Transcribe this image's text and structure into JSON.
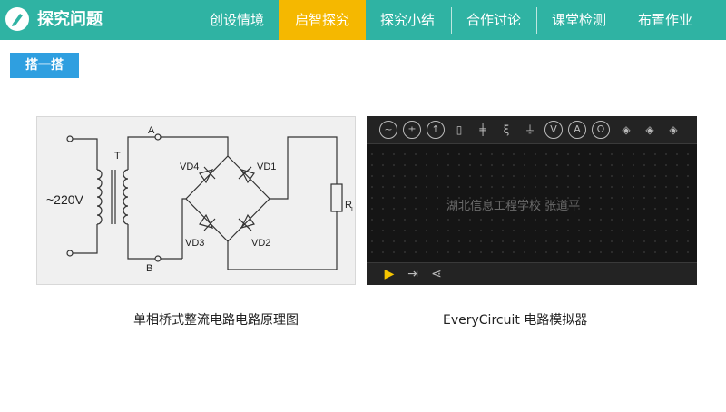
{
  "header": {
    "title": "探究问题",
    "tabs": [
      {
        "label": "创设情境",
        "active": false
      },
      {
        "label": "启智探究",
        "active": true
      },
      {
        "label": "探究小结",
        "active": false
      },
      {
        "label": "合作讨论",
        "active": false
      },
      {
        "label": "课堂检测",
        "active": false
      },
      {
        "label": "布置作业",
        "active": false
      }
    ]
  },
  "section_tag": "搭一搭",
  "circuit": {
    "supply_voltage": "~220V",
    "transformer": "T",
    "node_a": "A",
    "node_b": "B",
    "diodes": [
      "VD1",
      "VD2",
      "VD3",
      "VD4"
    ],
    "load": "R",
    "load_subscript": "L"
  },
  "simulator": {
    "watermark": "湖北信息工程学校 张道平",
    "toolbar_icons": [
      "ac-source-icon",
      "dc-source-icon",
      "current-source-icon",
      "resistor-icon",
      "capacitor-icon",
      "inductor-icon",
      "ground-icon",
      "voltmeter-icon",
      "ammeter-icon",
      "ohmmeter-icon",
      "logic-and-icon",
      "logic-or-icon",
      "logic-not-icon"
    ],
    "toolbar_glyphs": {
      "voltmeter": "V",
      "ammeter": "A",
      "ohmmeter": "Ω"
    }
  },
  "captions": {
    "left": "单相桥式整流电路电路原理图",
    "right": "EveryCircuit  电路模拟器"
  },
  "colors": {
    "header": "#2fb3a3",
    "active_tab": "#f5b800",
    "section_tag": "#2f9fe0",
    "sim_accent": "#f5c400"
  }
}
